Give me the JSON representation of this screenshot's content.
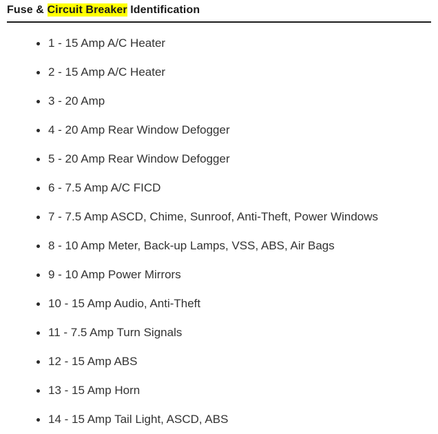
{
  "document": {
    "title_prefix": "Fuse & ",
    "title_highlight": "Circuit Breaker",
    "title_suffix": " Identification",
    "highlight_color": "#ffff00",
    "text_color": "#333333",
    "heading_color": "#1a1a1a",
    "background_color": "#ffffff",
    "rule_color": "#1c1c1c"
  },
  "fuse_list": {
    "bullet_glyph": "•",
    "items": [
      {
        "number": "1",
        "text": "1 - 15 Amp A/C Heater"
      },
      {
        "number": "2",
        "text": "2 - 15 Amp A/C Heater"
      },
      {
        "number": "3",
        "text": "3 - 20 Amp"
      },
      {
        "number": "4",
        "text": "4 - 20 Amp Rear Window Defogger"
      },
      {
        "number": "5",
        "text": "5 - 20 Amp Rear Window Defogger"
      },
      {
        "number": "6",
        "text": "6 - 7.5 Amp A/C FICD"
      },
      {
        "number": "7",
        "text": "7 - 7.5 Amp ASCD, Chime, Sunroof, Anti-Theft, Power Windows"
      },
      {
        "number": "8",
        "text": "8 - 10 Amp Meter, Back-up Lamps, VSS, ABS, Air Bags"
      },
      {
        "number": "9",
        "text": "9 - 10 Amp Power Mirrors"
      },
      {
        "number": "10",
        "text": "10 - 15 Amp Audio, Anti-Theft"
      },
      {
        "number": "11",
        "text": "11 - 7.5 Amp Turn Signals"
      },
      {
        "number": "12",
        "text": "12 - 15 Amp ABS"
      },
      {
        "number": "13",
        "text": "13 - 15 Amp Horn"
      },
      {
        "number": "14",
        "text": "14 - 15 Amp Tail Light, ASCD, ABS"
      }
    ]
  }
}
